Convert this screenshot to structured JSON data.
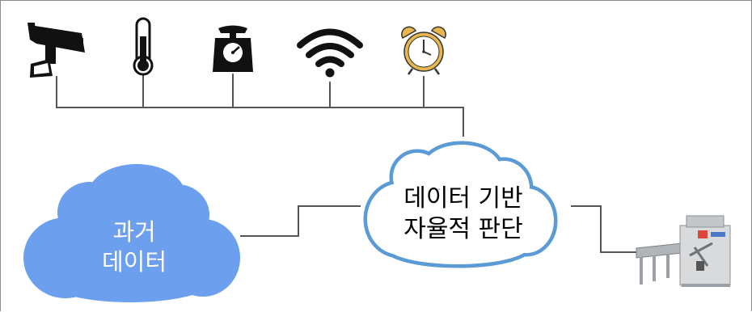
{
  "diagram": {
    "sensors": [
      {
        "icon": "cctv-camera-icon"
      },
      {
        "icon": "thermometer-icon"
      },
      {
        "icon": "weighing-scale-icon"
      },
      {
        "icon": "wifi-icon"
      },
      {
        "icon": "alarm-clock-icon"
      }
    ],
    "past_data_cloud": {
      "line1": "과거",
      "line2": "데이터",
      "color": "#6d9fef"
    },
    "decision_cloud": {
      "line1": "데이터 기반",
      "line2": "자율적 판단",
      "border_color": "#5b9bd5",
      "fill_color": "#ffffff"
    },
    "machine": {
      "icon": "packaging-machine-icon"
    },
    "connector_color": "#555555"
  }
}
